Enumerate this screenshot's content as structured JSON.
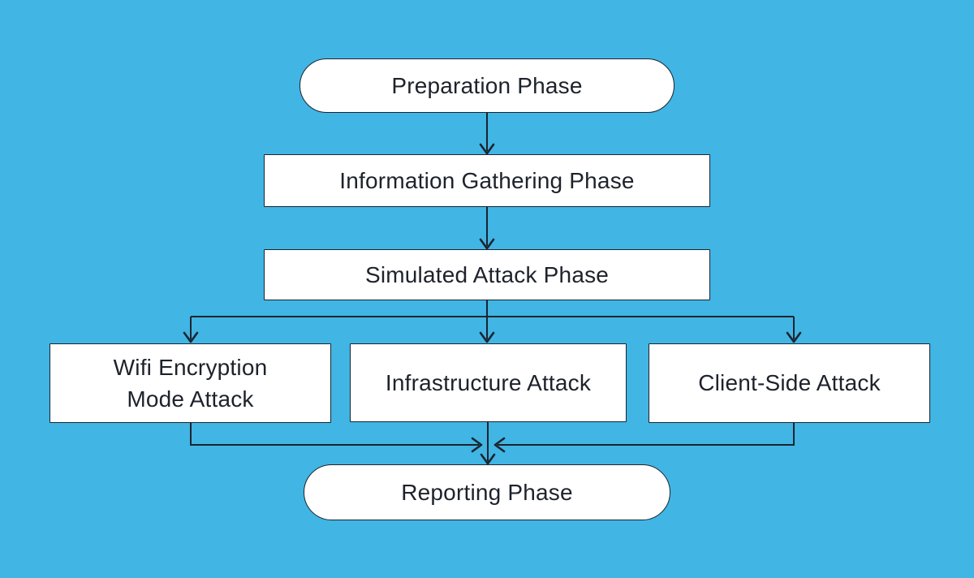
{
  "diagram": {
    "type": "flowchart",
    "direction": "top-down",
    "colors": {
      "background": "#41b5e3",
      "node_fill": "#ffffff",
      "line": "#1a2430",
      "text": "#1d222b"
    },
    "nodes": {
      "preparation": {
        "label": "Preparation Phase",
        "shape": "terminator"
      },
      "info_gathering": {
        "label": "Information Gathering Phase",
        "shape": "process"
      },
      "simulated_attack": {
        "label": "Simulated Attack Phase",
        "shape": "process"
      },
      "wifi_encryption": {
        "label": "Wifi Encryption Mode Attack",
        "label_lines": [
          "Wifi Encryption",
          "Mode Attack"
        ],
        "shape": "process"
      },
      "infrastructure": {
        "label": "Infrastructure Attack",
        "shape": "process"
      },
      "client_side": {
        "label": "Client-Side Attack",
        "shape": "process"
      },
      "reporting": {
        "label": "Reporting Phase",
        "shape": "terminator"
      }
    },
    "edges": [
      {
        "from": "preparation",
        "to": "info_gathering"
      },
      {
        "from": "info_gathering",
        "to": "simulated_attack"
      },
      {
        "from": "simulated_attack",
        "to": "wifi_encryption"
      },
      {
        "from": "simulated_attack",
        "to": "infrastructure"
      },
      {
        "from": "simulated_attack",
        "to": "client_side"
      },
      {
        "from": "wifi_encryption",
        "to": "reporting"
      },
      {
        "from": "infrastructure",
        "to": "reporting"
      },
      {
        "from": "client_side",
        "to": "reporting"
      }
    ]
  }
}
